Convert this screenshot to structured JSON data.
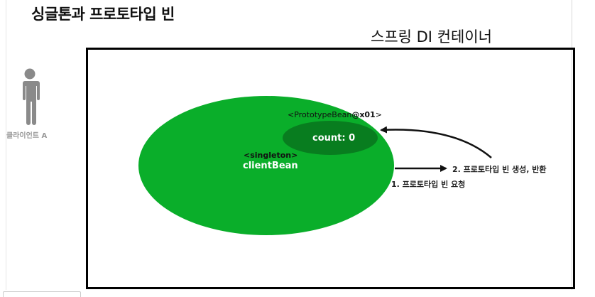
{
  "slide": {
    "title": "싱글톤과 프로토타입 빈"
  },
  "container": {
    "title": "스프링 DI 컨테이너"
  },
  "client": {
    "label": "클라이언트 A",
    "icon": "person-icon"
  },
  "singleton_bean": {
    "scope_tag": "<singleton>",
    "name": "clientBean",
    "color": "#0aae2a"
  },
  "prototype_bean": {
    "ref_prefix": "<PrototypeBean",
    "ref_id": "@x01",
    "ref_suffix": ">",
    "field": "count: 0",
    "color": "#087d1f"
  },
  "steps": {
    "request": "1. 프로토타입 빈 요청",
    "create_return": "2. 프로토타입 빈 생성, 반환"
  }
}
